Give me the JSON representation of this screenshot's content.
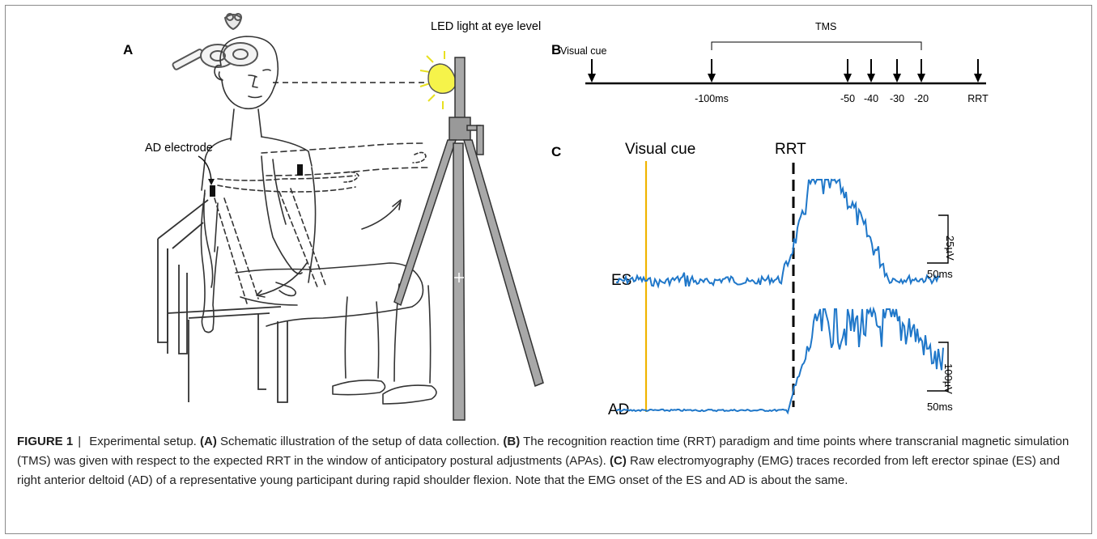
{
  "panels": {
    "a": {
      "label": "A",
      "led_label": "LED light at eye level",
      "electrode_label": "AD electrode"
    },
    "b": {
      "label": "B",
      "visual_cue": "Visual cue",
      "tms": "TMS",
      "ticks": [
        "-100ms",
        "-50",
        "-40",
        "-30",
        "-20",
        "RRT"
      ]
    },
    "c": {
      "label": "C",
      "visual_cue": "Visual cue",
      "rrt": "RRT",
      "es_label": "ES",
      "ad_label": "AD",
      "es_scale_y": "25µV",
      "es_scale_x": "50ms",
      "ad_scale_y": "100µV",
      "ad_scale_x": "50ms",
      "colors": {
        "trace": "#1f77c9",
        "cue": "#f0b400",
        "rrt": "#000000"
      }
    }
  },
  "caption": {
    "figure_label": "FIGURE 1",
    "separator": "|",
    "intro": "Experimental setup.",
    "a_tag": "(A)",
    "a_text": "Schematic illustration of the setup of data collection.",
    "b_tag": "(B)",
    "b_text": "The recognition reaction time (RRT) paradigm and time points where transcranial magnetic simulation (TMS) was given with respect to the expected RRT in the window of anticipatory postural adjustments (APAs).",
    "c_tag": "(C)",
    "c_text": "Raw electromyography (EMG) traces recorded from left erector spinae (ES) and right anterior deltoid (AD) of a representative young participant during rapid shoulder flexion. Note that the EMG onset of the ES and AD is about the same."
  }
}
